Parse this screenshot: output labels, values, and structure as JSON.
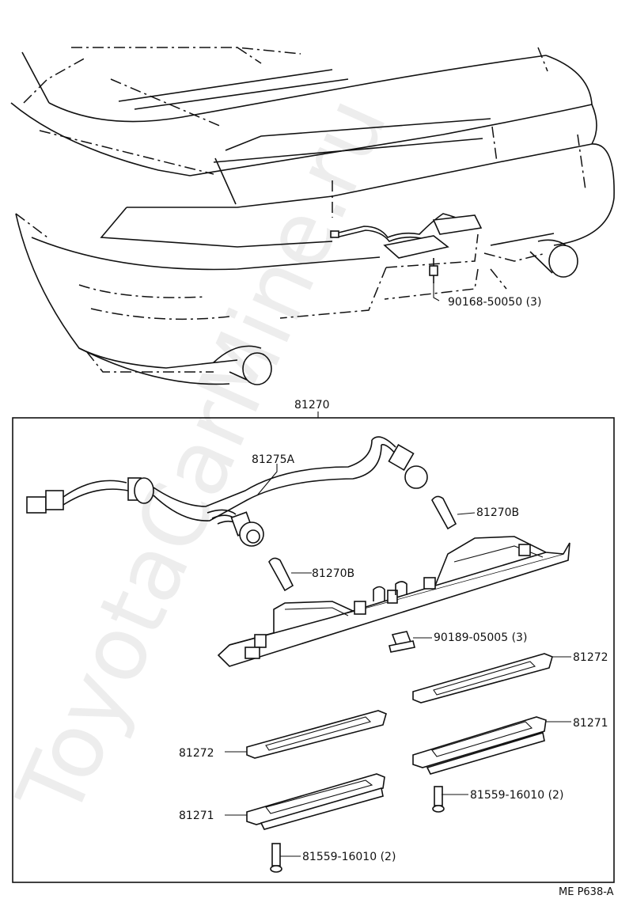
{
  "callouts": {
    "screw_top": "90168-50050 (3)",
    "assembly": "81270",
    "harness": "81275A",
    "bulb_right": "81270B",
    "bulb_left": "81270B",
    "clip_nut": "90189-05005 (3)",
    "lens_upper_right": "81272",
    "lens_mid_right": "81271",
    "lens_mid_left": "81272",
    "screw_right": "81559-16010 (2)",
    "lens_lower_left": "81271",
    "screw_bottom": "81559-16010 (2)"
  },
  "footer": {
    "figure_code": "ME  P638-A"
  },
  "watermark": {
    "text": "ToyotaCarMine.ru"
  }
}
